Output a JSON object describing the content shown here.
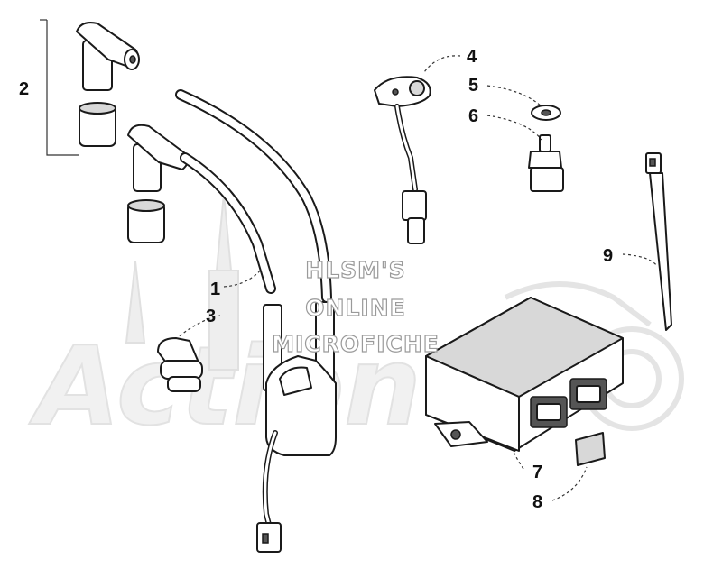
{
  "watermark": {
    "lines": [
      "HLSM'S",
      "ONLINE",
      "MICROFICHE"
    ],
    "logo_text": "Action"
  },
  "callouts": [
    "1",
    "2",
    "3",
    "4",
    "5",
    "6",
    "7",
    "8",
    "9"
  ]
}
